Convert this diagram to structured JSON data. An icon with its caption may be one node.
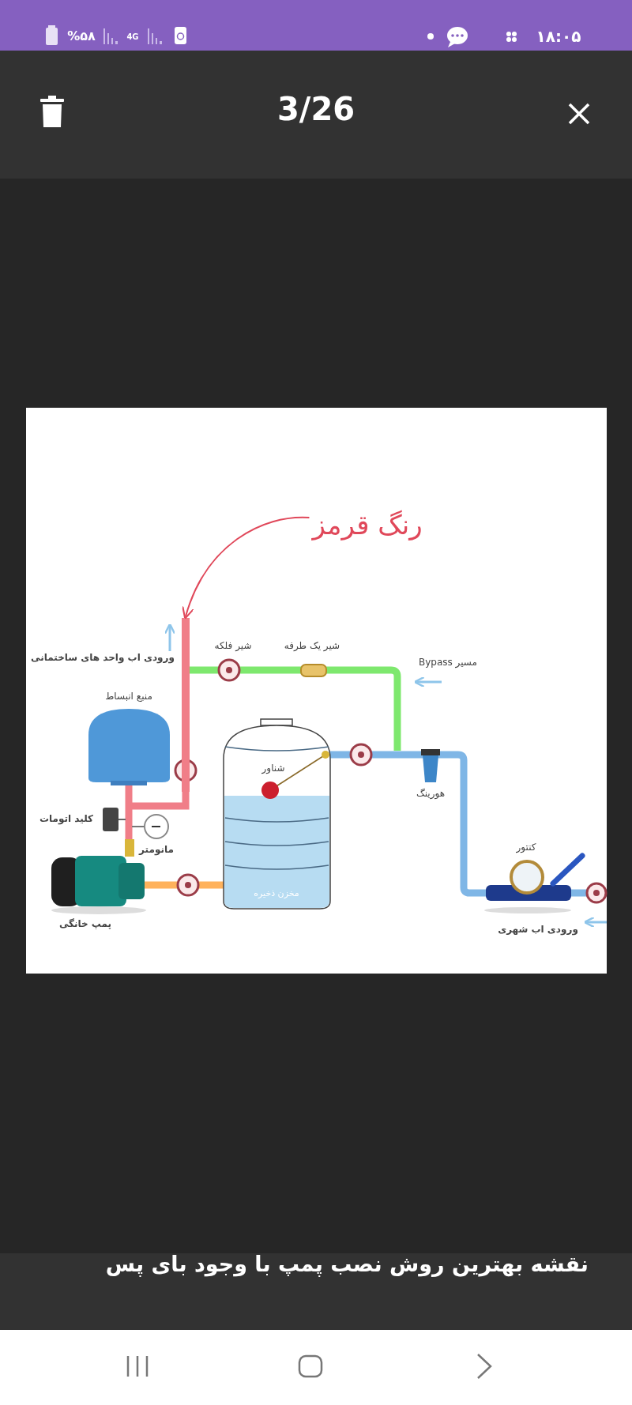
{
  "diagram": {
    "caption": "نقشه بهترین روش نصب پمپ با وجود بای پس",
    "nodes": [
      {
        "text": [
          "رنگ قرمز"
        ]
      },
      {
        "text": [],
        "shape": "pipe",
        "beside": [
          "ورودی اب واحد های ساختمانی"
        ]
      }
    ],
    "edges": [
      {
        "from": 0,
        "to": 1,
        "arrow": "to"
      }
    ],
    "labels": [
      "%۵۸",
      "4G",
      "۱۸:۰۵",
      "3/26",
      "شیر فلکه",
      "شیر یک طرفه",
      "مسیر Bypass",
      "منبع انبساط",
      "شناور",
      "هورینگ",
      "کلید اتومات",
      "مانومتر",
      "کنتور",
      "مخزن ذخیره",
      "ورودی اب شهری",
      "پمپ خانگی"
    ]
  }
}
